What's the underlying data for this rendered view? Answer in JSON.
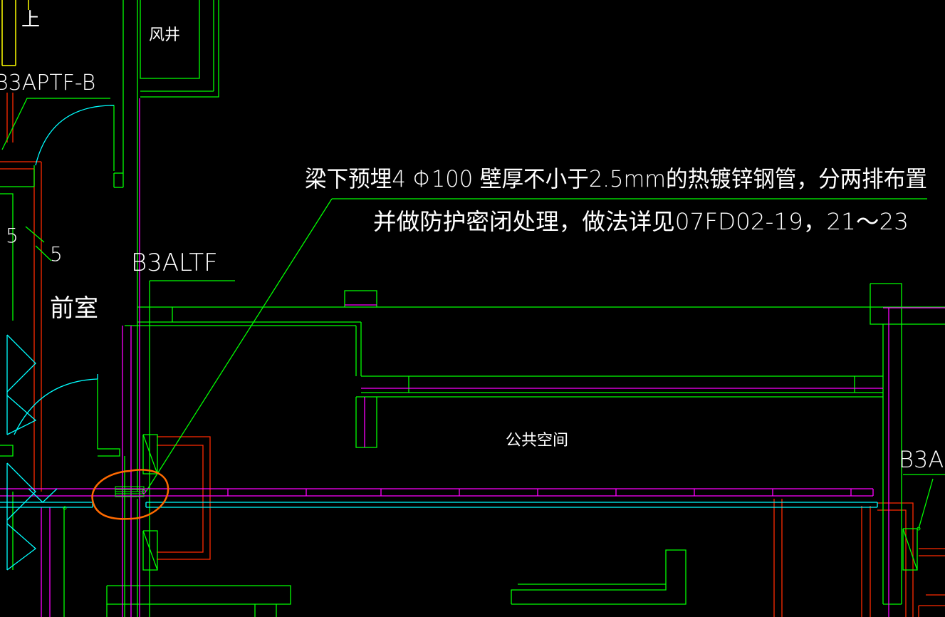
{
  "labels": {
    "up": "上",
    "tag_aptf_b": "B3APTF-B",
    "shaft": "风井",
    "num_5a": "5",
    "num_5b": "5",
    "vestibule": "前室",
    "tag_altf": "B3ALTF",
    "public_space": "公共空间",
    "tag_right": "B3A"
  },
  "note": {
    "line1": "梁下预埋4 Φ100 壁厚不小于2.5mm的热镀锌钢管，分两排布置",
    "line2": "并做防护密闭处理，做法详见07FD02-19，21～23"
  },
  "colors": {
    "background": "#000000",
    "green": "#00ff00",
    "magenta": "#ff00ff",
    "cyan": "#00ffff",
    "red": "#ff2a00",
    "yellow": "#ffff00",
    "orange": "#ff6a00",
    "white": "#ffffff"
  }
}
